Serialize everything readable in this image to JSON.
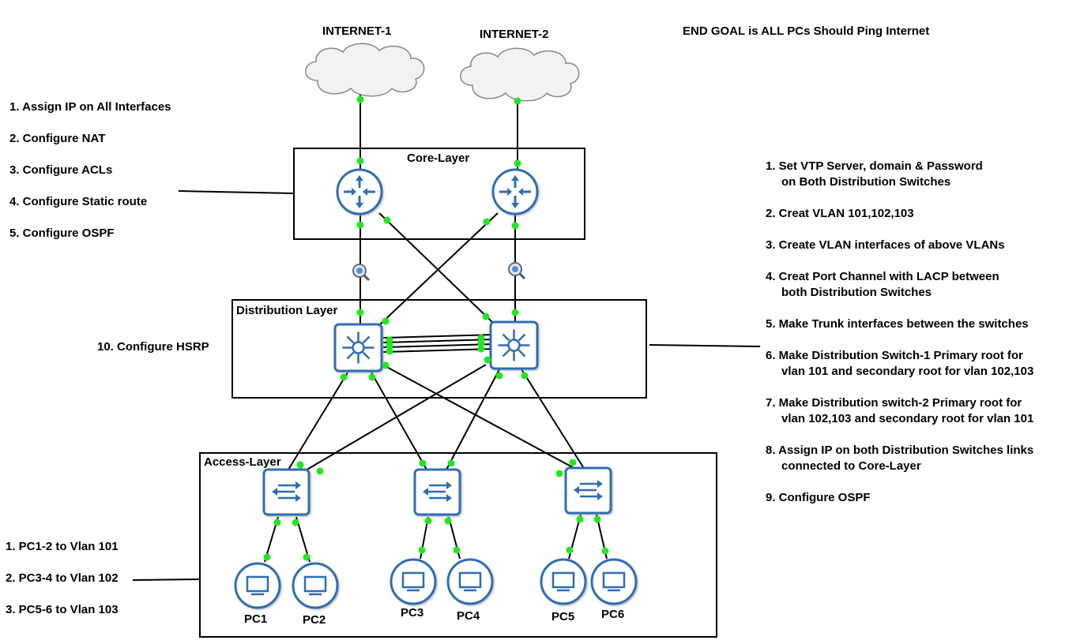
{
  "goal": "END GOAL is ALL PCs Should Ping Internet",
  "clouds": {
    "internet1": "INTERNET-1",
    "internet2": "INTERNET-2"
  },
  "layers": {
    "core": "Core-Layer",
    "distribution": "Distribution Layer",
    "access": "Access-Layer"
  },
  "core_tasks": [
    "1.  Assign IP on All  Interfaces",
    "2. Configure NAT",
    "3. Configure ACLs",
    "4. Configure Static route",
    "5. Configure OSPF"
  ],
  "hsrp_task": "10. Configure HSRP",
  "distribution_tasks": [
    "1. Set VTP Server, domain & Password",
    "on Both Distribution Switches",
    "2. Creat VLAN 101,102,103",
    "3. Create VLAN interfaces of above VLANs",
    "4. Creat Port Channel with LACP between",
    "both Distribution Switches",
    "5. Make Trunk interfaces  between the switches",
    "6. Make Distribution Switch-1 Primary root for",
    "vlan 101 and secondary root for vlan 102,103",
    "7. Make Distribution switch-2 Primary root for",
    "vlan 102,103 and secondary root for vlan 101",
    "8. Assign IP on both Distribution Switches links",
    "connected to Core-Layer",
    "9. Configure OSPF"
  ],
  "vlan_tasks": [
    "1. PC1-2 to Vlan 101",
    "2. PC3-4 to Vlan 102",
    "3. PC5-6 to Vlan 103"
  ],
  "pcs": [
    "PC1",
    "PC2",
    "PC3",
    "PC4",
    "PC5",
    "PC6"
  ],
  "colors": {
    "device": "#2e6db4",
    "link_dot": "#22e622",
    "line": "#000000",
    "cloud_fill": "#f2f2f2"
  }
}
